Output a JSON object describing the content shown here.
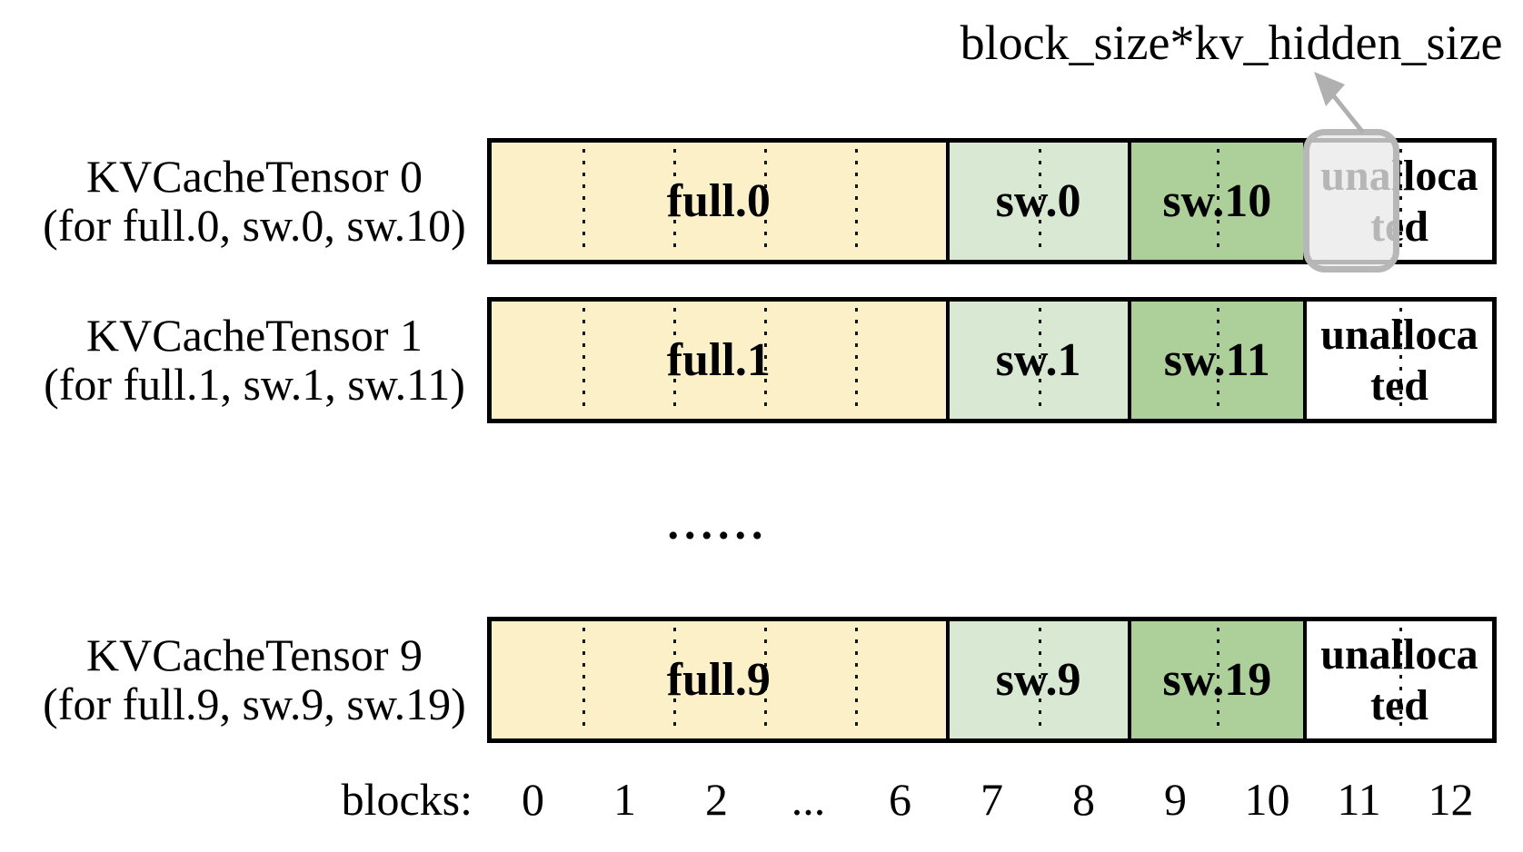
{
  "figure": {
    "annotation": {
      "label": "block_size*kv_hidden_size"
    },
    "mid_ellipsis": "......",
    "blocks_axis": {
      "caption": "blocks:",
      "labels": [
        "0",
        "1",
        "2",
        "...",
        "6",
        "7",
        "8",
        "9",
        "10",
        "11",
        "12"
      ]
    },
    "rows": [
      {
        "title": "KVCacheTensor 0",
        "subtitle": "(for full.0, sw.0, sw.10)",
        "full": "full.0",
        "sw_a": "sw.0",
        "sw_b": "sw.10",
        "unallocated": [
          "unalloca",
          "ted"
        ]
      },
      {
        "title": "KVCacheTensor 1",
        "subtitle": "(for full.1, sw.1, sw.11)",
        "full": "full.1",
        "sw_a": "sw.1",
        "sw_b": "sw.11",
        "unallocated": [
          "unalloca",
          "ted"
        ]
      },
      {
        "title": "KVCacheTensor 9",
        "subtitle": "(for full.9, sw.9, sw.19)",
        "full": "full.9",
        "sw_a": "sw.9",
        "sw_b": "sw.19",
        "unallocated": [
          "unalloca",
          "ted"
        ]
      }
    ],
    "colors": {
      "full_fill": "#FCF0C9",
      "sw_a_fill": "#D8E8D2",
      "sw_b_fill": "#ADCF99",
      "unallocated_fill": "#FFFFFF",
      "border": "#000000",
      "highlight_box_border": "#B7B7B7",
      "highlight_box_fill": "#E9E9E9",
      "arrow": "#B0B0B0"
    }
  }
}
